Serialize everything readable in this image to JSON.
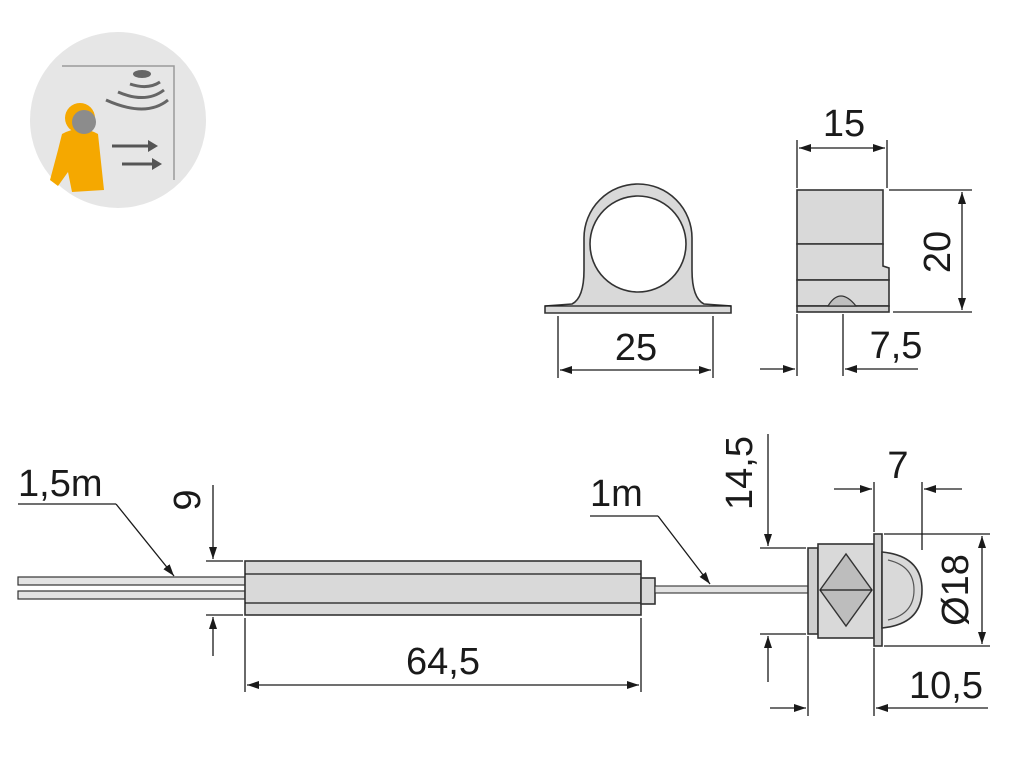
{
  "dimensions": {
    "clip_width": "25",
    "clip_depth": "15",
    "clip_height": "20",
    "clip_offset": "7,5",
    "cable_left": "1,5m",
    "body_height": "9",
    "body_length": "64,5",
    "cable_right": "1m",
    "sensor_offset": "14,5",
    "lens_depth": "7",
    "sensor_diameter": "Ø18",
    "sensor_length": "10,5"
  },
  "icon": {
    "name": "motion-sensor-person-icon",
    "accent_color": "#f5a800",
    "background_color": "#e6e6e6"
  },
  "colors": {
    "part_fill": "#d9d9d9",
    "line": "#1a1a1a"
  }
}
